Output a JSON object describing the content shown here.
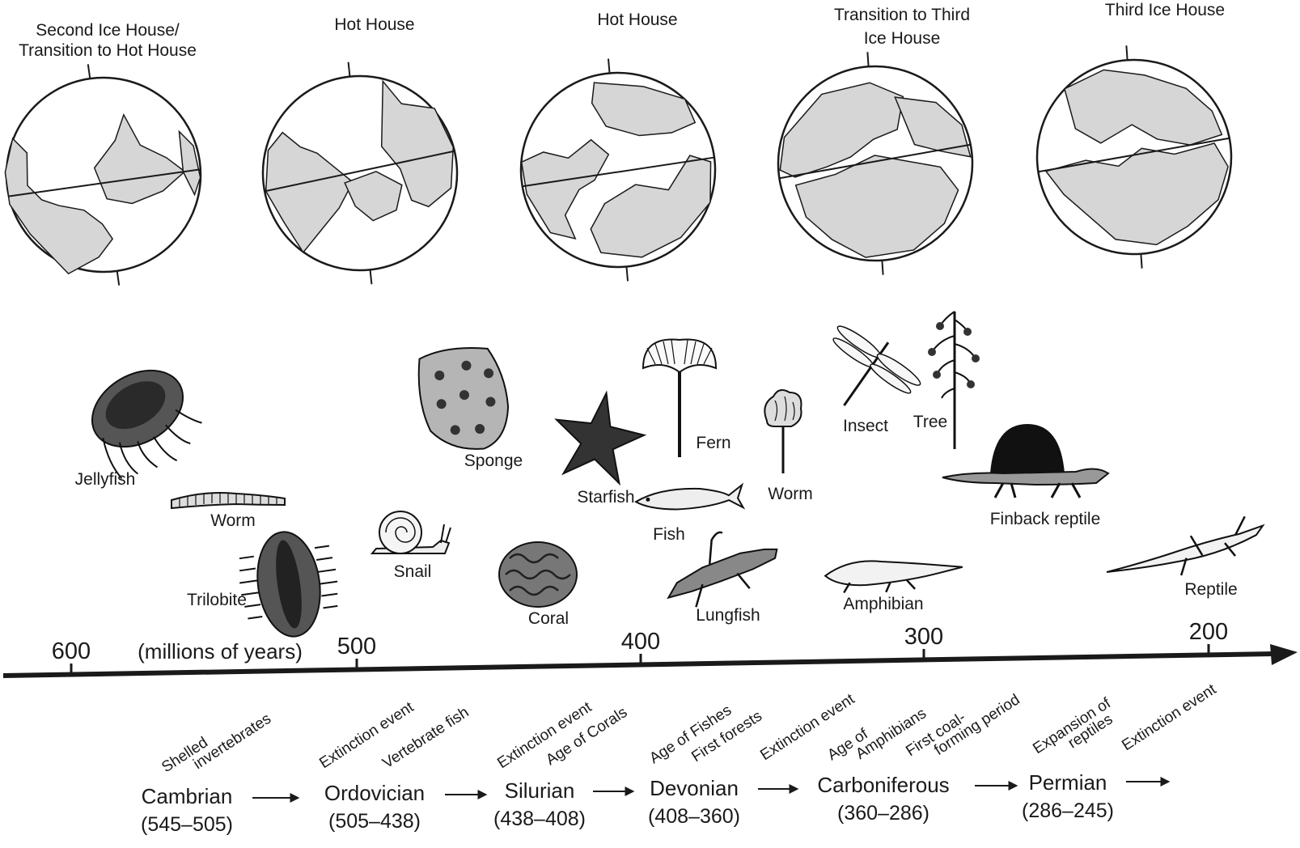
{
  "globes": [
    {
      "title_lines": [
        "Second Ice House/",
        "Transition to Hot House"
      ]
    },
    {
      "title_lines": [
        "Hot House"
      ]
    },
    {
      "title_lines": [
        "Hot House"
      ]
    },
    {
      "title_lines": [
        "Transition to Third",
        "Ice House"
      ]
    },
    {
      "title_lines": [
        "Third Ice House"
      ]
    }
  ],
  "timeline": {
    "ticks": [
      "600",
      "500",
      "400",
      "300",
      "200"
    ],
    "unit": "(millions of years)"
  },
  "organisms": [
    {
      "label": "Jellyfish",
      "icon": "jellyfish-icon"
    },
    {
      "label": "Worm",
      "icon": "worm-icon"
    },
    {
      "label": "Trilobite",
      "icon": "trilobite-icon"
    },
    {
      "label": "Snail",
      "icon": "snail-icon"
    },
    {
      "label": "Sponge",
      "icon": "sponge-icon"
    },
    {
      "label": "Coral",
      "icon": "coral-icon"
    },
    {
      "label": "Starfish",
      "icon": "starfish-icon"
    },
    {
      "label": "Fern",
      "icon": "fern-icon"
    },
    {
      "label": "Fish",
      "icon": "fish-icon"
    },
    {
      "label": "Lungfish",
      "icon": "lungfish-icon"
    },
    {
      "label": "Worm",
      "icon": "worm-icon"
    },
    {
      "label": "Insect",
      "icon": "dragonfly-icon"
    },
    {
      "label": "Tree",
      "icon": "tree-icon"
    },
    {
      "label": "Amphibian",
      "icon": "amphibian-icon"
    },
    {
      "label": "Finback reptile",
      "icon": "finback-reptile-icon"
    },
    {
      "label": "Reptile",
      "icon": "reptile-icon"
    }
  ],
  "periods": [
    {
      "name": "Cambrian",
      "range": "(545–505)"
    },
    {
      "name": "Ordovician",
      "range": "(505–438)"
    },
    {
      "name": "Silurian",
      "range": "(438–408)"
    },
    {
      "name": "Devonian",
      "range": "(408–360)"
    },
    {
      "name": "Carboniferous",
      "range": "(360–286)"
    },
    {
      "name": "Permian",
      "range": "(286–245)"
    }
  ],
  "events": [
    {
      "lines": [
        "Shelled",
        "invertebrates"
      ]
    },
    {
      "lines": [
        "Extinction event"
      ]
    },
    {
      "lines": [
        "Vertebrate fish"
      ]
    },
    {
      "lines": [
        "Extinction event"
      ]
    },
    {
      "lines": [
        "Age of Corals"
      ]
    },
    {
      "lines": [
        "Age of Fishes"
      ]
    },
    {
      "lines": [
        "First forests"
      ]
    },
    {
      "lines": [
        "Extinction event"
      ]
    },
    {
      "lines": [
        "Age of",
        "Amphibians"
      ]
    },
    {
      "lines": [
        "First coal-",
        "forming period"
      ]
    },
    {
      "lines": [
        "Expansion of",
        "reptiles"
      ]
    },
    {
      "lines": [
        "Extinction event"
      ]
    }
  ],
  "colors": {
    "ink": "#1a1a1a",
    "land": "#d6d6d6",
    "ocean": "#ffffff"
  }
}
